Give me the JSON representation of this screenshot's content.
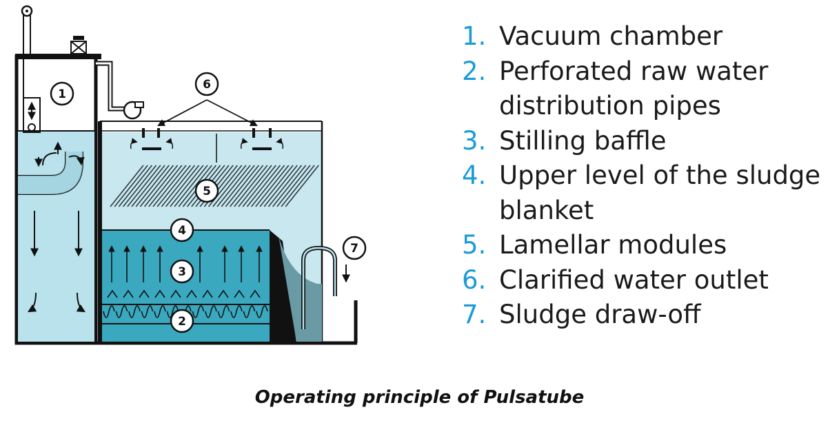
{
  "diagram": {
    "markers": [
      "1",
      "2",
      "3",
      "4",
      "5",
      "6",
      "7"
    ]
  },
  "legend": [
    {
      "num": "1.",
      "lines": [
        "Vacuum chamber"
      ]
    },
    {
      "num": "2.",
      "lines": [
        "Perforated raw water",
        "distribution pipes"
      ]
    },
    {
      "num": "3.",
      "lines": [
        "Stilling baffle"
      ]
    },
    {
      "num": "4.",
      "lines": [
        "Upper level of the sludge",
        "blanket"
      ]
    },
    {
      "num": "5.",
      "lines": [
        "Lamellar modules"
      ]
    },
    {
      "num": "6.",
      "lines": [
        "Clarified water outlet"
      ]
    },
    {
      "num": "7.",
      "lines": [
        "Sludge draw-off"
      ]
    }
  ],
  "caption": "Operating principle of Pulsatube",
  "colors": {
    "water_light": "#c9e7ef",
    "water_mid": "#9fd6e3",
    "sludge": "#3aa8bf",
    "outline": "#111111",
    "legend_number": "#1a9bd7"
  }
}
